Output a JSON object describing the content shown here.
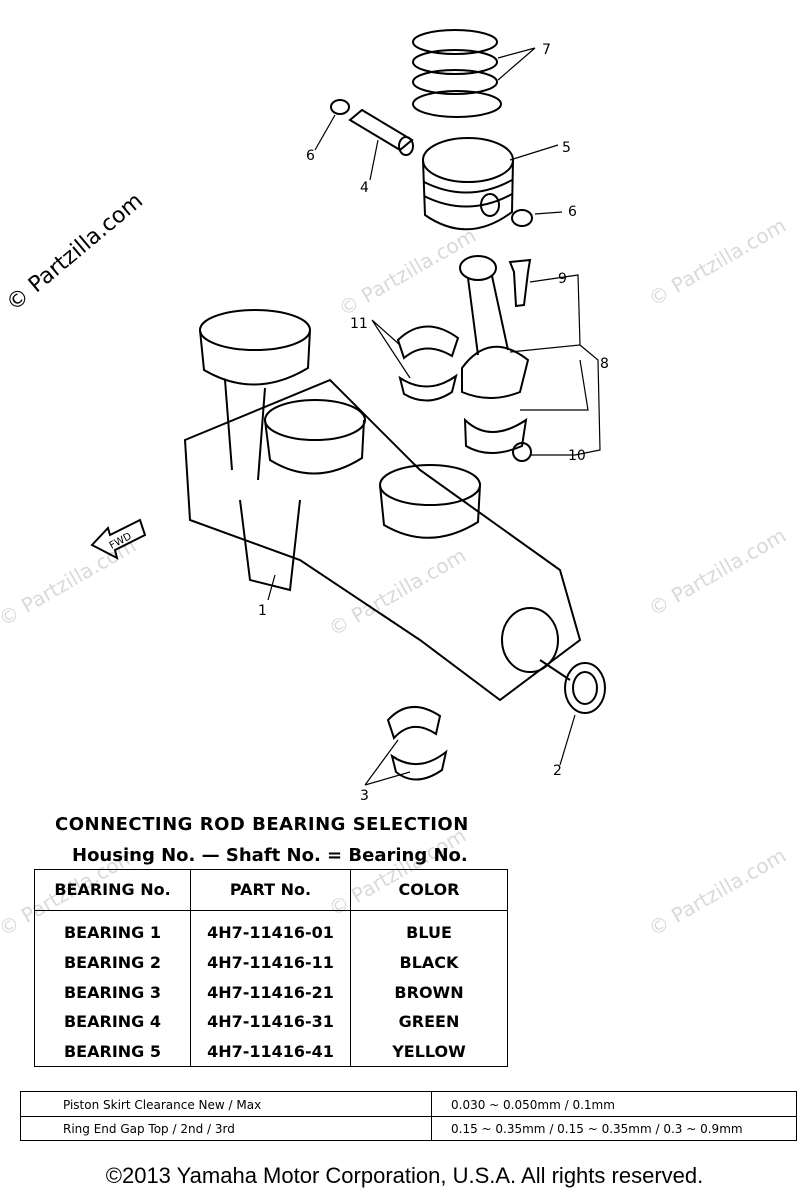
{
  "watermarks": {
    "left": "© Partzilla.com",
    "repeat": "© Partzilla.com"
  },
  "callouts": {
    "c1": "1",
    "c2": "2",
    "c3": "3",
    "c4": "4",
    "c5": "5",
    "c6a": "6",
    "c6b": "6",
    "c7": "7",
    "c8": "8",
    "c9": "9",
    "c10": "10",
    "c11": "11",
    "fwd": "FWD"
  },
  "selection": {
    "title": "CONNECTING ROD BEARING SELECTION",
    "formula": "Housing No. — Shaft No. = Bearing No.",
    "headers": [
      "BEARING No.",
      "PART No.",
      "COLOR"
    ],
    "rows": [
      {
        "bearing": "BEARING 1",
        "part": "4H7-11416-01",
        "color": "BLUE"
      },
      {
        "bearing": "BEARING 2",
        "part": "4H7-11416-11",
        "color": "BLACK"
      },
      {
        "bearing": "BEARING 3",
        "part": "4H7-11416-21",
        "color": "BROWN"
      },
      {
        "bearing": "BEARING 4",
        "part": "4H7-11416-31",
        "color": "GREEN"
      },
      {
        "bearing": "BEARING 5",
        "part": "4H7-11416-41",
        "color": "YELLOW"
      }
    ]
  },
  "specs": [
    {
      "label": "Piston Skirt Clearance New / Max",
      "value": "0.030 ~ 0.050mm / 0.1mm"
    },
    {
      "label": "Ring End Gap Top / 2nd / 3rd",
      "value": "0.15 ~ 0.35mm / 0.15 ~ 0.35mm / 0.3 ~ 0.9mm"
    }
  ],
  "copyright": "©2013 Yamaha Motor Corporation, U.S.A. All rights reserved."
}
